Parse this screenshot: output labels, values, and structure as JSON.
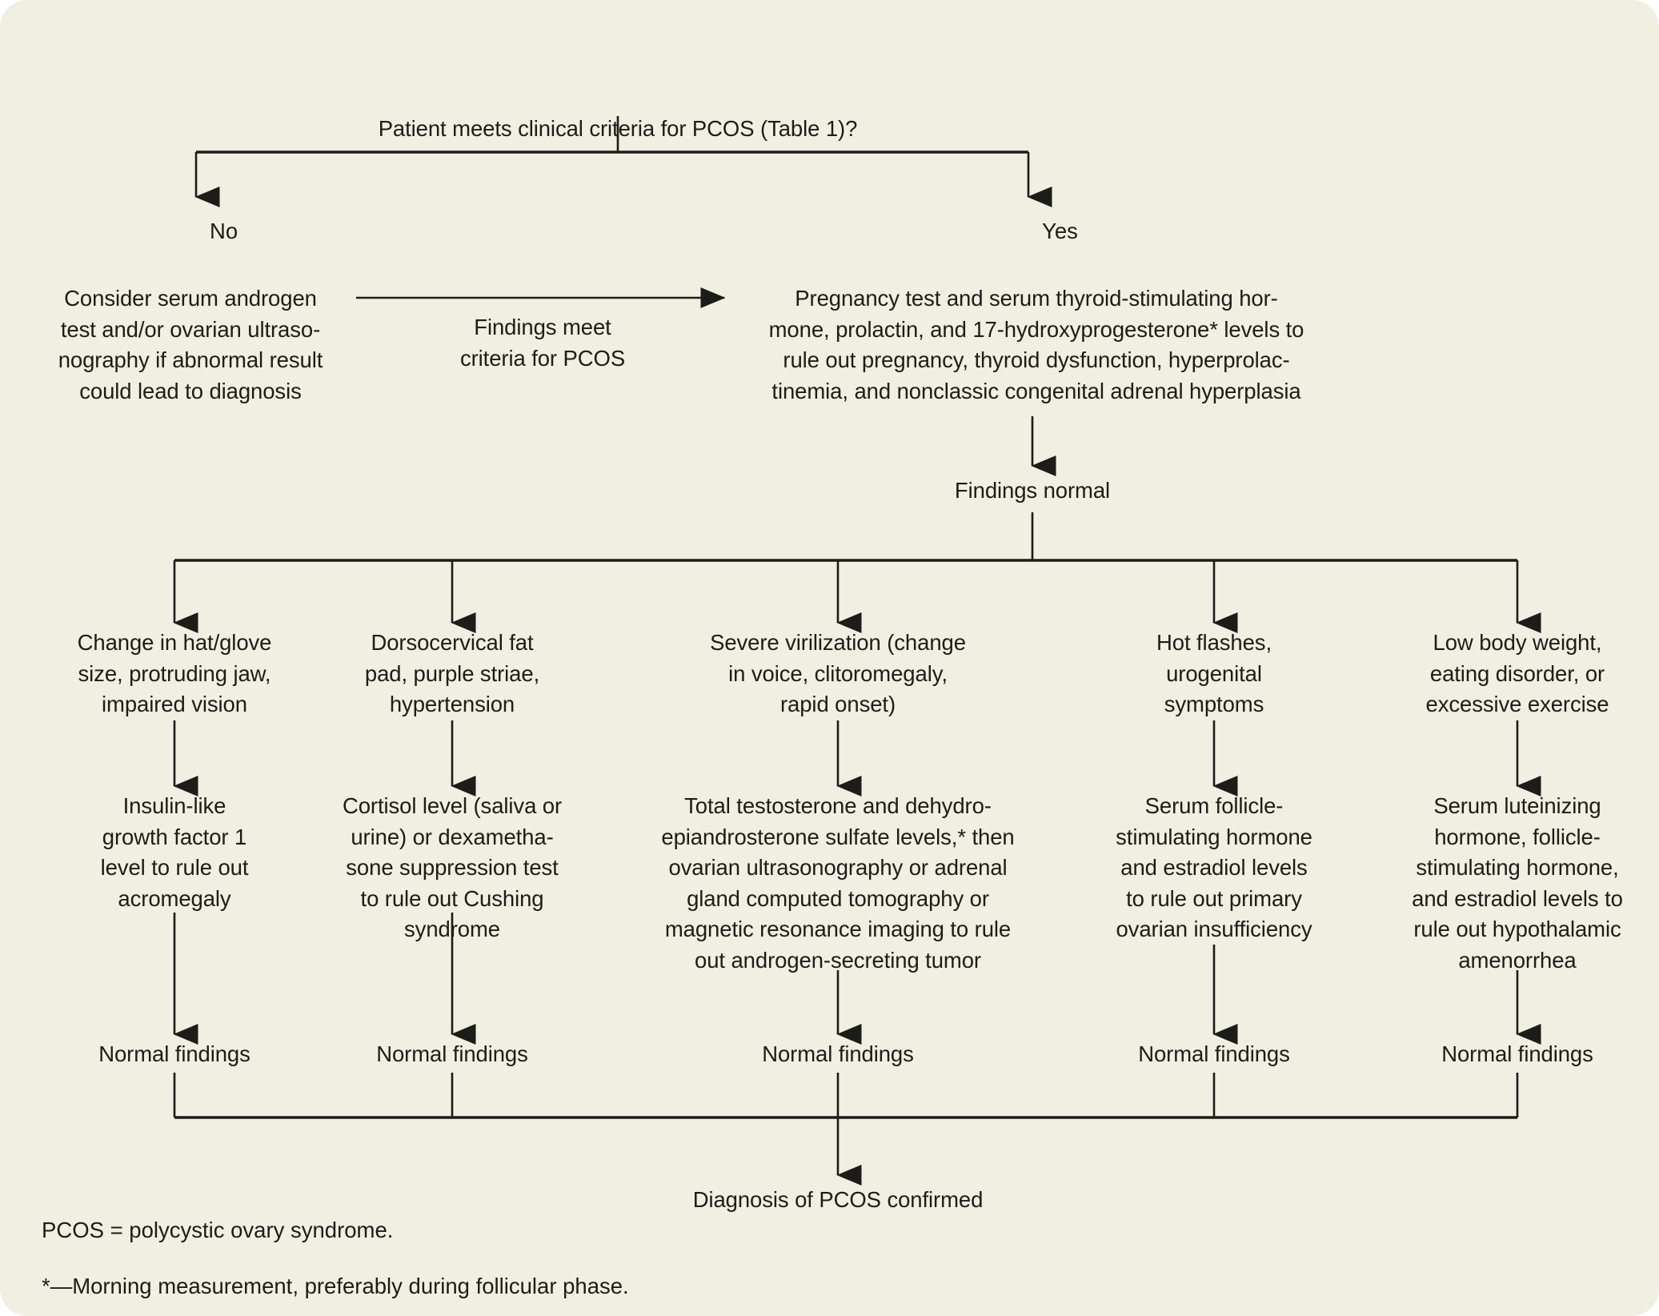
{
  "figure": {
    "title": "Patient meets clinical criteria for PCOS (Table 1)?",
    "background_color": "#f1eee2",
    "line_color": "#1c1c1a",
    "text_color": "#1c1c1a"
  },
  "nodes": {
    "start": "Patient meets clinical criteria for PCOS (Table 1)?",
    "no_branch": "Consider serum androgen\ntest and/or ovarian ultraso-\nnography if abnormal result\ncould lead to diagnosis",
    "workup": "Pregnancy test and serum thyroid-stimulating hor-\nmone, prolactin, and 17-hydroxyprogesterone* levels to\nrule out pregnancy, thyroid dysfunction, hyperprolac-\ntinemia, and nonclassic congenital adrenal hyperplasia",
    "findings_normal": "Findings normal",
    "diagnosis": "Diagnosis of PCOS confirmed"
  },
  "edge_labels": {
    "no": "No",
    "yes": "Yes",
    "findings_meet_criteria": "Findings meet\ncriteria for PCOS"
  },
  "columns": [
    {
      "id": "acromegaly",
      "symptoms": "Change in hat/glove\nsize, protruding jaw,\nimpaired vision",
      "test": "Insulin-like\ngrowth factor 1\nlevel to rule out\nacromegaly",
      "result": "Normal findings"
    },
    {
      "id": "cushing",
      "symptoms": "Dorsocervical fat\npad, purple striae,\nhypertension",
      "test": "Cortisol level (saliva or\nurine) or dexametha-\nsone suppression test\nto rule out Cushing\nsyndrome",
      "result": "Normal findings"
    },
    {
      "id": "androgen-tumor",
      "symptoms": "Severe virilization (change\nin voice, clitoromegaly,\nrapid onset)",
      "test": "Total testosterone and dehydro-\nepiandrosterone sulfate levels,* then\novarian ultrasonography or adrenal\ngland computed tomography or\nmagnetic resonance imaging to rule\nout androgen-secreting tumor",
      "result": "Normal findings"
    },
    {
      "id": "primary-ovarian-insufficiency",
      "symptoms": "Hot flashes,\nurogenital\nsymptoms",
      "test": "Serum follicle-\nstimulating hormone\nand estradiol levels\nto rule out primary\novarian insufficiency",
      "result": "Normal findings"
    },
    {
      "id": "hypothalamic-amenorrhea",
      "symptoms": "Low body weight,\neating disorder, or\nexcessive exercise",
      "test": "Serum luteinizing\nhormone, follicle-\nstimulating hormone,\nand estradiol levels to\nrule out hypothalamic\namenorrhea",
      "result": "Normal findings"
    }
  ],
  "footnotes": {
    "abbreviation": "PCOS = polycystic ovary syndrome.",
    "asterisk": "*—Morning measurement, preferably during follicular phase."
  }
}
